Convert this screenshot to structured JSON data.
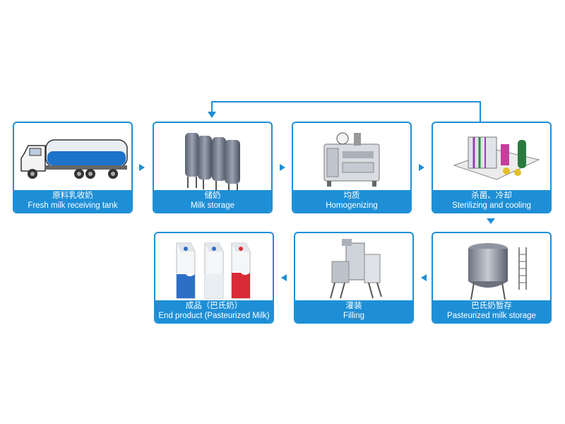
{
  "accent_color": "#1e8fd6",
  "steps": [
    {
      "zh": "原料乳收奶",
      "en": "Fresh milk receiving tank",
      "icon": "milk-tanker-truck-icon"
    },
    {
      "zh": "储奶",
      "en": "Milk storage",
      "icon": "storage-silos-icon"
    },
    {
      "zh": "均质",
      "en": "Homogenizing",
      "icon": "homogenizer-machine-icon"
    },
    {
      "zh": "杀菌、冷却",
      "en": "Sterilizing and cooling",
      "icon": "sterilizer-unit-icon"
    },
    {
      "zh": "巴氏奶暂存",
      "en": "Pasteurized milk storage",
      "icon": "storage-tank-icon"
    },
    {
      "zh": "灌装",
      "en": "Filling",
      "icon": "filling-machine-icon"
    },
    {
      "zh": "成品（巴氏奶）",
      "en": "End product (Pasteurized Milk)",
      "icon": "milk-cartons-icon"
    }
  ]
}
